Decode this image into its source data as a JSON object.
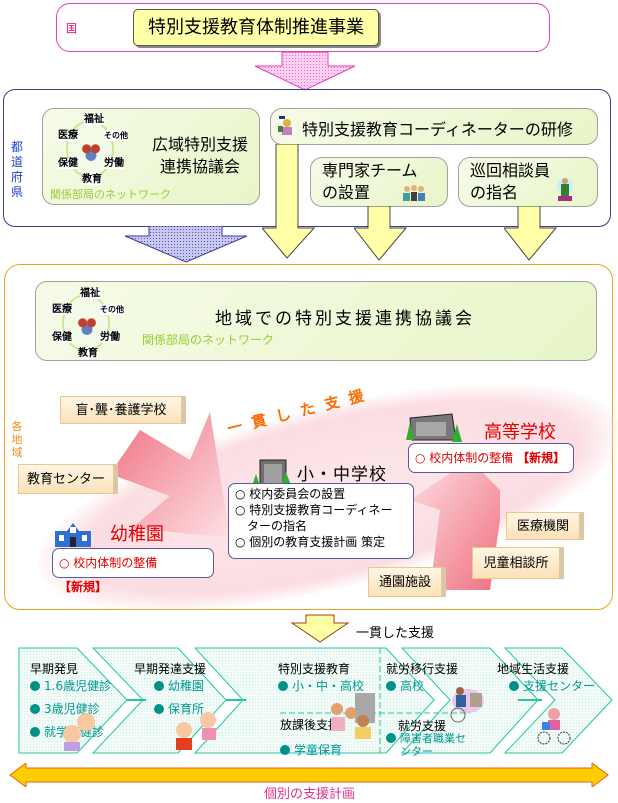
{
  "national": {
    "label": "国",
    "title": "特別支援教育体制推進事業"
  },
  "prefecture": {
    "label": "都道府県",
    "wide_council": {
      "title_line1": "広域特別支援",
      "title_line2": "連携協議会",
      "network_label": "関係部局のネットワーク"
    },
    "network_nodes": [
      "福祉",
      "医療",
      "その他",
      "保健",
      "労働",
      "教育"
    ],
    "coordinator_training": "特別支援教育コーディネーターの研修",
    "expert_team": {
      "line1": "専門家チーム",
      "line2": "の設置"
    },
    "itinerant_consultant": {
      "line1": "巡回相談員",
      "line2": "の指名"
    }
  },
  "region": {
    "label": "各地域",
    "local_council": {
      "title": "地域での特別支援連携協議会",
      "network_label": "関係部局のネットワーク"
    },
    "consistent_support": "一貫した支援",
    "organizations": {
      "blind_deaf_school": "盲･聾･養護学校",
      "education_center": "教育センター",
      "medical": "医療機関",
      "child_consultation": "児童相談所",
      "day_facility": "通園施設"
    },
    "kindergarten": {
      "name": "幼稚園",
      "item": "○ 校内体制の整備",
      "new_tag": "【新規】"
    },
    "elementary": {
      "name": "小・中学校",
      "items": [
        "○ 校内委員会の設置",
        "○ 特別支援教育コーディネー",
        "　ターの指名",
        "○ 個別の教育支援計画 策定"
      ]
    },
    "high_school": {
      "name": "高等学校",
      "item": "○ 校内体制の整備",
      "new_tag": "【新規】"
    }
  },
  "lifecycle": {
    "arrow_label": "一貫した支援",
    "stages": [
      {
        "title": "早期発見",
        "items": [
          "1.6歳児健診",
          "3歳児健診",
          "就学時健診"
        ]
      },
      {
        "title": "早期発達支援",
        "items": [
          "幼稚園",
          "保育所"
        ]
      },
      {
        "title": "特別支援教育",
        "items": [
          "小・中・高校"
        ],
        "sub_title": "放課後支援",
        "sub_items": [
          "学童保育"
        ]
      },
      {
        "title": "就労移行支援",
        "items": [
          "高校"
        ],
        "sub_title": "就労支援",
        "sub_items": [
          "障害者職業セ",
          "ンター"
        ]
      },
      {
        "title": "地域生活支援",
        "items": [
          "支援センター"
        ]
      }
    ],
    "plan_label": "個別の支援計画"
  },
  "colors": {
    "national_accent": "#e0006a",
    "prefecture_accent": "#2040c0",
    "region_accent": "#f0a020",
    "new_tag": "#e00000",
    "stage_item": "#009890",
    "plan_arrow": "#ffcc00"
  }
}
